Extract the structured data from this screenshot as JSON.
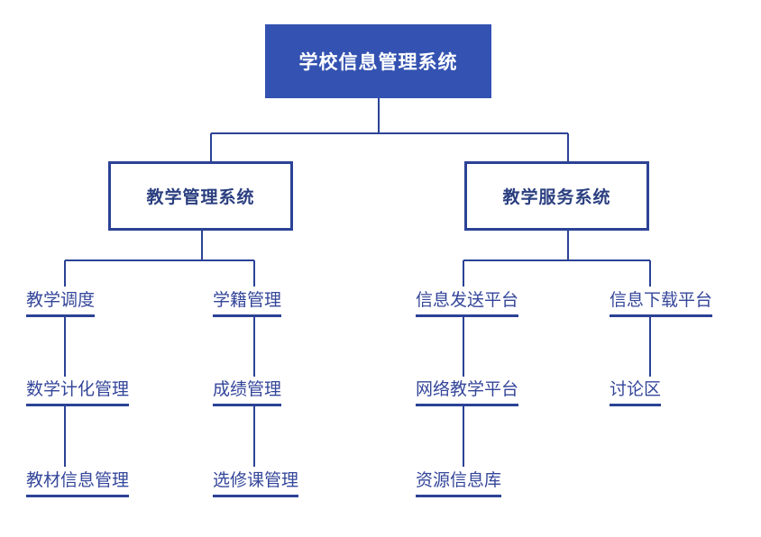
{
  "root": {
    "label": "学校信息管理系统"
  },
  "branches": [
    {
      "label": "教学管理系统",
      "columns": [
        [
          "教学调度",
          "数学计化管理",
          "教材信息管理"
        ],
        [
          "学籍管理",
          "成绩管理",
          "选修课管理"
        ]
      ]
    },
    {
      "label": "教学服务系统",
      "columns": [
        [
          "信息发送平台",
          "网络教学平台",
          "资源信息库"
        ],
        [
          "信息下载平台",
          "讨论区"
        ]
      ]
    }
  ],
  "colors": {
    "primary": "#3352b1",
    "line": "#2b4296",
    "text": "#34469a"
  }
}
